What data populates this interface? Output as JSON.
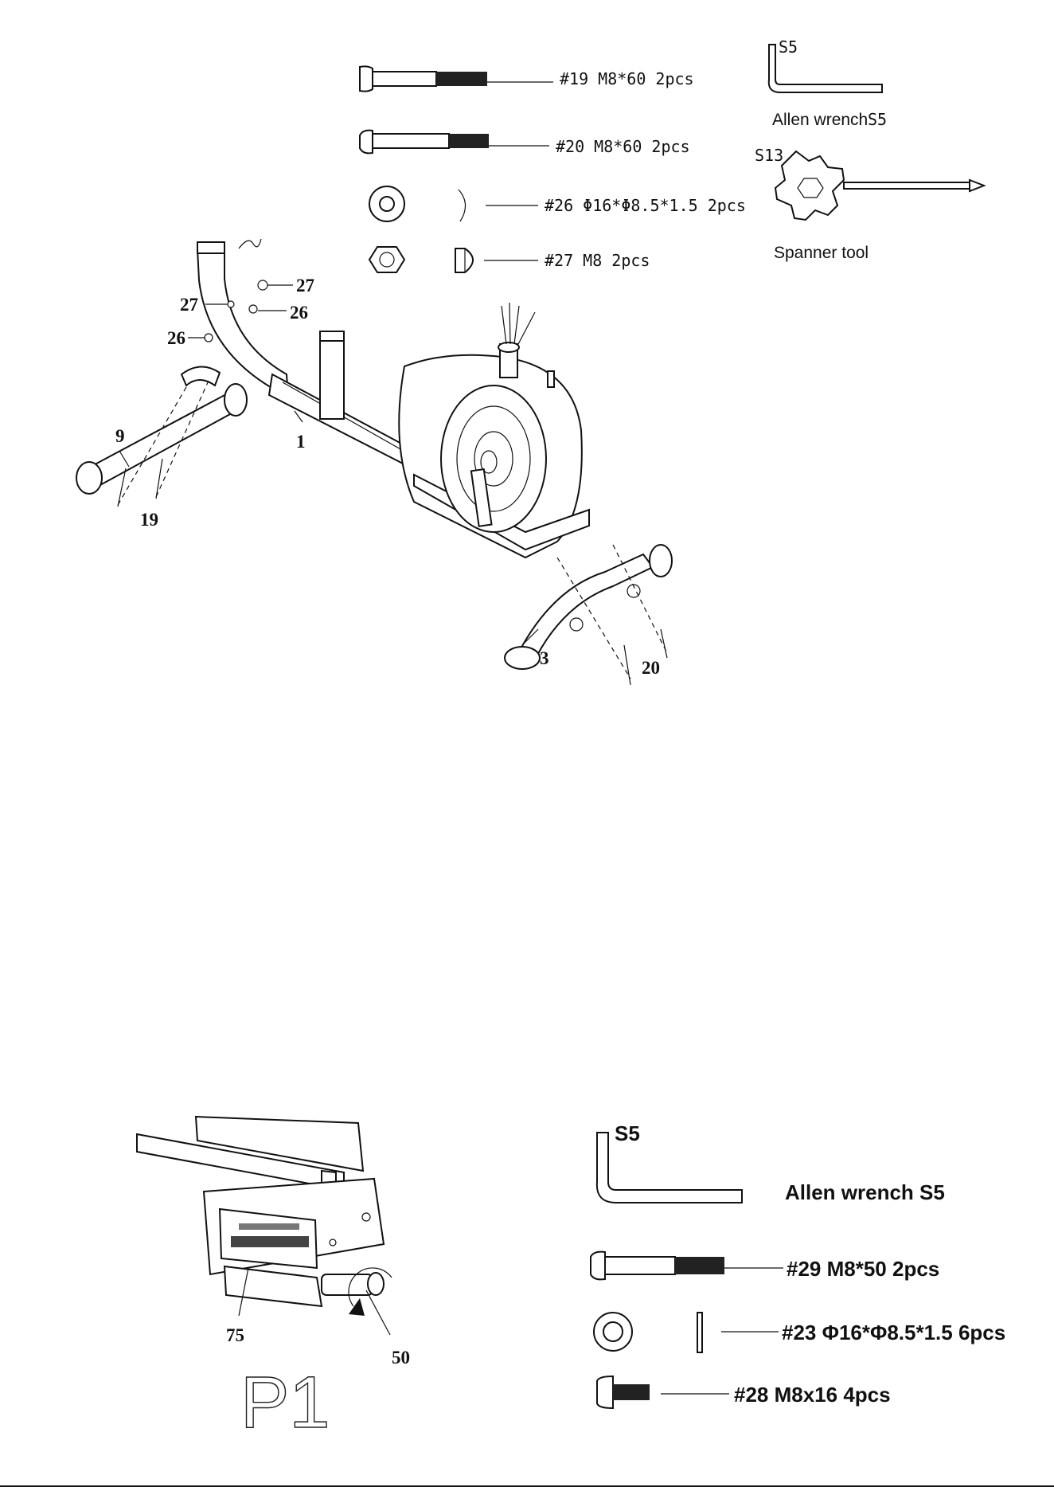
{
  "top_hardware": {
    "bolt19": "#19 M8*60 2pcs",
    "bolt20": "#20 M8*60 2pcs",
    "washer26": "#26 Φ16*Φ8.5*1.5 2pcs",
    "nut27": "#27 M8 2pcs"
  },
  "top_tools": {
    "allen_size": "S5",
    "allen_caption": "Allen wrench",
    "allen_caption_size": "S5",
    "spanner_size": "S13",
    "spanner_caption": "Spanner tool"
  },
  "main_callouts": {
    "c27_right": "27",
    "c27_left": "27",
    "c26_right": "26",
    "c26_left": "26",
    "c9": "9",
    "c1": "1",
    "c19": "19",
    "c3": "3",
    "c20": "20"
  },
  "seat_callouts": {
    "c75": "75",
    "c50": "50",
    "page_label": "P1"
  },
  "bottom_hardware": {
    "allen_size": "S5",
    "allen_caption": "Allen wrench   S5",
    "bolt29": "#29 M8*50 2pcs",
    "washer23": "#23 Φ16*Φ8.5*1.5 6pcs",
    "screw28": "#28 M8x16 4pcs"
  }
}
